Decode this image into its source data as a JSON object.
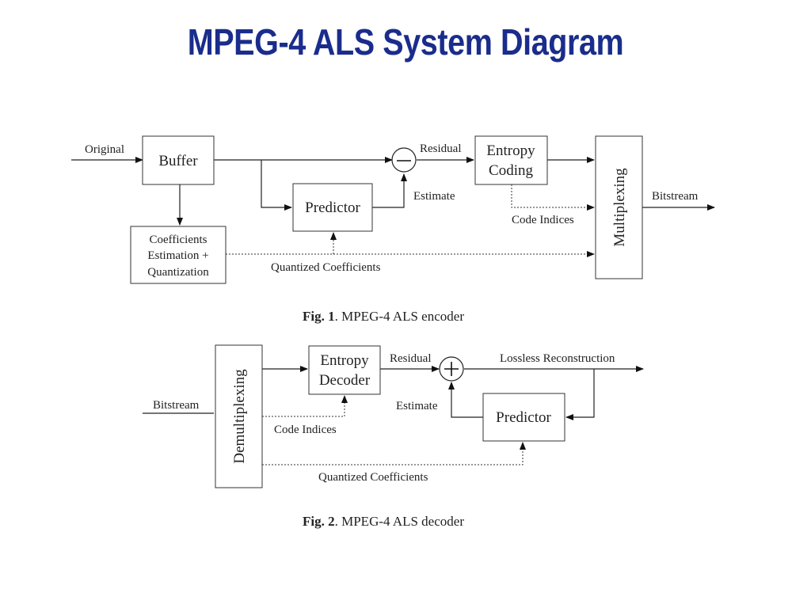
{
  "title": "MPEG-4 ALS System Diagram",
  "encoder": {
    "input_label": "Original",
    "buffer": "Buffer",
    "predictor": "Predictor",
    "coeff_line1": "Coefficients",
    "coeff_line2": "Estimation +",
    "coeff_line3": "Quantization",
    "subtract_symbol": "−",
    "entropy_line1": "Entropy",
    "entropy_line2": "Coding",
    "multiplexing": "Multiplexing",
    "residual_label": "Residual",
    "estimate_label": "Estimate",
    "code_indices_label": "Code Indices",
    "quantized_label": "Quantized Coefficients",
    "output_label": "Bitstream",
    "caption_bold": "Fig. 1",
    "caption_rest": ". MPEG-4 ALS encoder"
  },
  "decoder": {
    "input_label": "Bitstream",
    "demultiplexing": "Demultiplexing",
    "entropy_line1": "Entropy",
    "entropy_line2": "Decoder",
    "add_symbol": "+",
    "predictor": "Predictor",
    "residual_label": "Residual",
    "estimate_label": "Estimate",
    "code_indices_label": "Code Indices",
    "quantized_label": "Quantized Coefficients",
    "output_label": "Lossless Reconstruction",
    "caption_bold": "Fig. 2",
    "caption_rest": ". MPEG-4 ALS decoder"
  }
}
